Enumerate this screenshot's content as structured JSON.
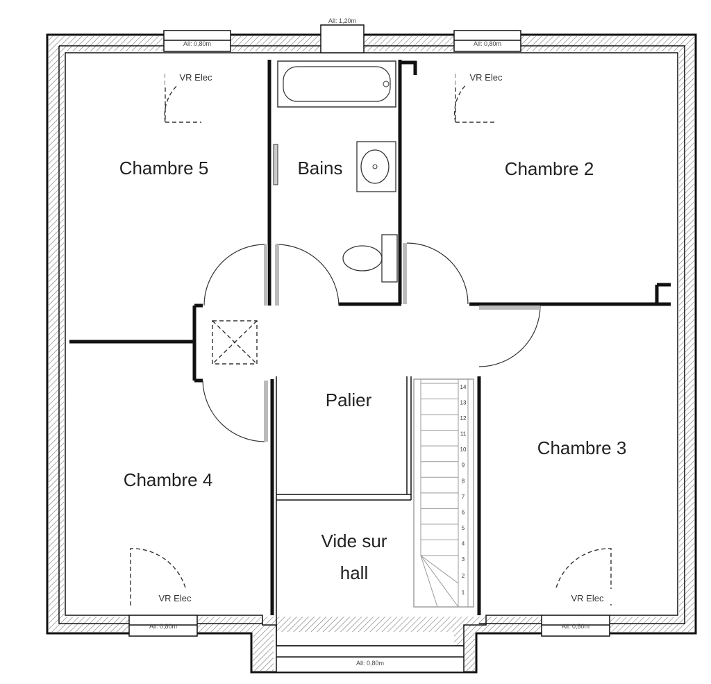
{
  "rooms": {
    "chambre5": "Chambre 5",
    "bains": "Bains",
    "chambre2": "Chambre 2",
    "chambre4": "Chambre 4",
    "palier": "Palier",
    "chambre3": "Chambre 3",
    "vide_line1": "Vide sur",
    "vide_line2": "hall"
  },
  "annotations": {
    "vr_ch5": "VR Elec",
    "vr_ch2": "VR Elec",
    "vr_ch4": "VR Elec",
    "vr_ch3": "VR Elec"
  },
  "window_labels": {
    "ch5_top": "All: 0,80m",
    "bath_top": "All: 1,20m",
    "ch2_top": "All: 0,80m",
    "ch4_bottom": "All: 0,80m",
    "ch3_bottom": "All: 0,80m",
    "hall_bottom": "All: 0,80m"
  },
  "stairs": {
    "steps": [
      "14",
      "13",
      "12",
      "11",
      "10",
      "9",
      "8",
      "7",
      "6",
      "5",
      "4",
      "3",
      "2",
      "1"
    ]
  }
}
